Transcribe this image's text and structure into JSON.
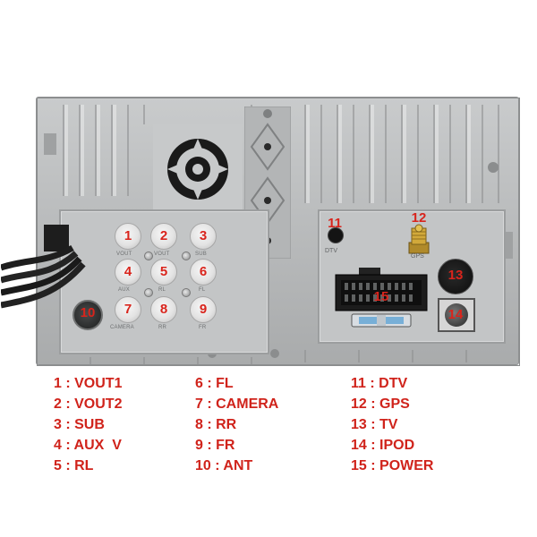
{
  "ports": [
    {
      "id": "1",
      "name": "VOUT1"
    },
    {
      "id": "2",
      "name": "VOUT2"
    },
    {
      "id": "3",
      "name": "SUB"
    },
    {
      "id": "4",
      "name": "AUX  V"
    },
    {
      "id": "5",
      "name": "RL"
    },
    {
      "id": "6",
      "name": "FL"
    },
    {
      "id": "7",
      "name": "CAMERA"
    },
    {
      "id": "8",
      "name": "RR"
    },
    {
      "id": "9",
      "name": "FR"
    },
    {
      "id": "10",
      "name": "ANT"
    },
    {
      "id": "11",
      "name": "DTV"
    },
    {
      "id": "12",
      "name": "GPS"
    },
    {
      "id": "13",
      "name": "TV"
    },
    {
      "id": "14",
      "name": "IPOD"
    },
    {
      "id": "15",
      "name": "POWER"
    }
  ],
  "legend_separator": " : ",
  "unit_labels": {
    "dtv": "DTV",
    "gps": "GPS",
    "vout1": "VOUT",
    "vout2": "VOUT",
    "sub": "SUB",
    "camera": "CAMERA",
    "rr": "RR",
    "fr": "FR",
    "aux": "AUX",
    "rl": "RL",
    "fl": "FL"
  },
  "colors": {
    "accent_red": "#d9241c",
    "chassis": "#b9bbbc",
    "socket_white": "#eeeeee",
    "cable_black": "#1e1e1e"
  }
}
